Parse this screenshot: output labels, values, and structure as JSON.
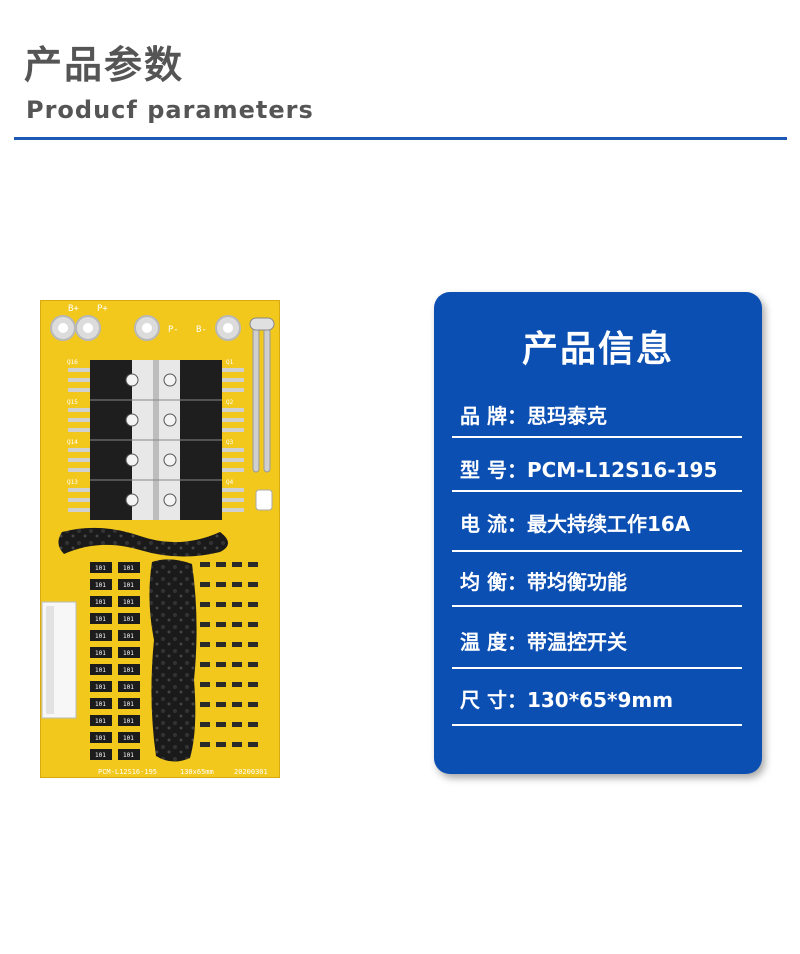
{
  "header": {
    "title_cn": "产品参数",
    "title_en": "Producf  parameters",
    "accent_color": "#1d58b4"
  },
  "product_image": {
    "silkscreen": {
      "b_plus": "B+",
      "p_plus": "P+",
      "p_minus": "P-",
      "b_minus": "B-",
      "model": "PCM-L12S16-195",
      "size": "130x65mm",
      "date": "20200301",
      "q_labels": [
        "Q16",
        "Q15",
        "Q14",
        "Q13",
        "Q1",
        "Q2",
        "Q3",
        "Q4"
      ],
      "resistor_code": "101"
    },
    "board_color": "#f2c81c"
  },
  "info_card": {
    "title": "产品信息",
    "background": "#0c4fb3",
    "rows": [
      {
        "label": "品 牌：",
        "value": "思玛泰克"
      },
      {
        "label": "型  号：",
        "value": "PCM-L12S16-195"
      },
      {
        "label": "电   流：",
        "value": "最大持续工作16A"
      },
      {
        "label": "均   衡：",
        "value": "带均衡功能"
      },
      {
        "label": "温   度：",
        "value": "带温控开关"
      },
      {
        "label": "尺   寸：",
        "value": "130*65*9mm"
      }
    ]
  }
}
